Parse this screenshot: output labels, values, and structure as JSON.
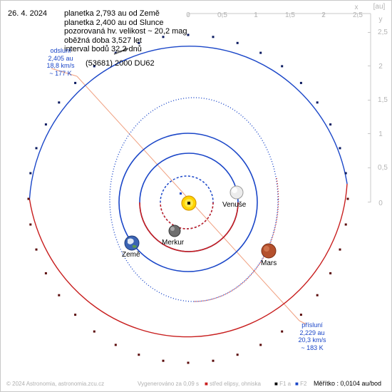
{
  "header": {
    "date": "26. 4. 2024",
    "lines": [
      "planetka 2,793 au od Země",
      "planetka 2,400 au od Slunce",
      "pozorovaná hv. velikost ~ 20,2 mag",
      "oběžná doba 3,527 let",
      "interval bodů 32,2 dnů"
    ],
    "object_name": "(53681) 2000 DU62"
  },
  "aphelion": {
    "lines": [
      "odsluní",
      "2,405 au",
      "18,8 km/s",
      "~ 177 K"
    ]
  },
  "perihelion": {
    "lines": [
      "přísluní",
      "2,229 au",
      "20,3 km/s",
      "~ 183 K"
    ]
  },
  "axes": {
    "unit_label": "[au]",
    "x_label": "x",
    "y_label": "y",
    "x_ticks": [
      "0",
      "0,5",
      "1",
      "1,5",
      "2",
      "2,5"
    ],
    "y_ticks": [
      "2,5",
      "2",
      "1,5",
      "1",
      "0,5",
      "0"
    ]
  },
  "planets": [
    {
      "name": "Venuše",
      "color": "#e8e8e8"
    },
    {
      "name": "Merkur",
      "color": "#6e6e6e"
    },
    {
      "name": "Země",
      "color": "#3b64b4"
    },
    {
      "name": "Mars",
      "color": "#b4502d"
    }
  ],
  "footer": {
    "copyright": "© 2024 Astronomia, astronomia.zcu.cz",
    "generated": "Vygenerováno za 0,09 s",
    "legend_center": "střed elipsy, ohniska",
    "legend_f1": "F1 a",
    "legend_f2": "F2",
    "scale": "Měřítko : 0,0104 au/bod"
  },
  "colors": {
    "orbit_blue": "#1a46c8",
    "orbit_red": "#c81e1e",
    "axis_gray": "#b4b4b4",
    "apsis_line": "#f0a080"
  }
}
